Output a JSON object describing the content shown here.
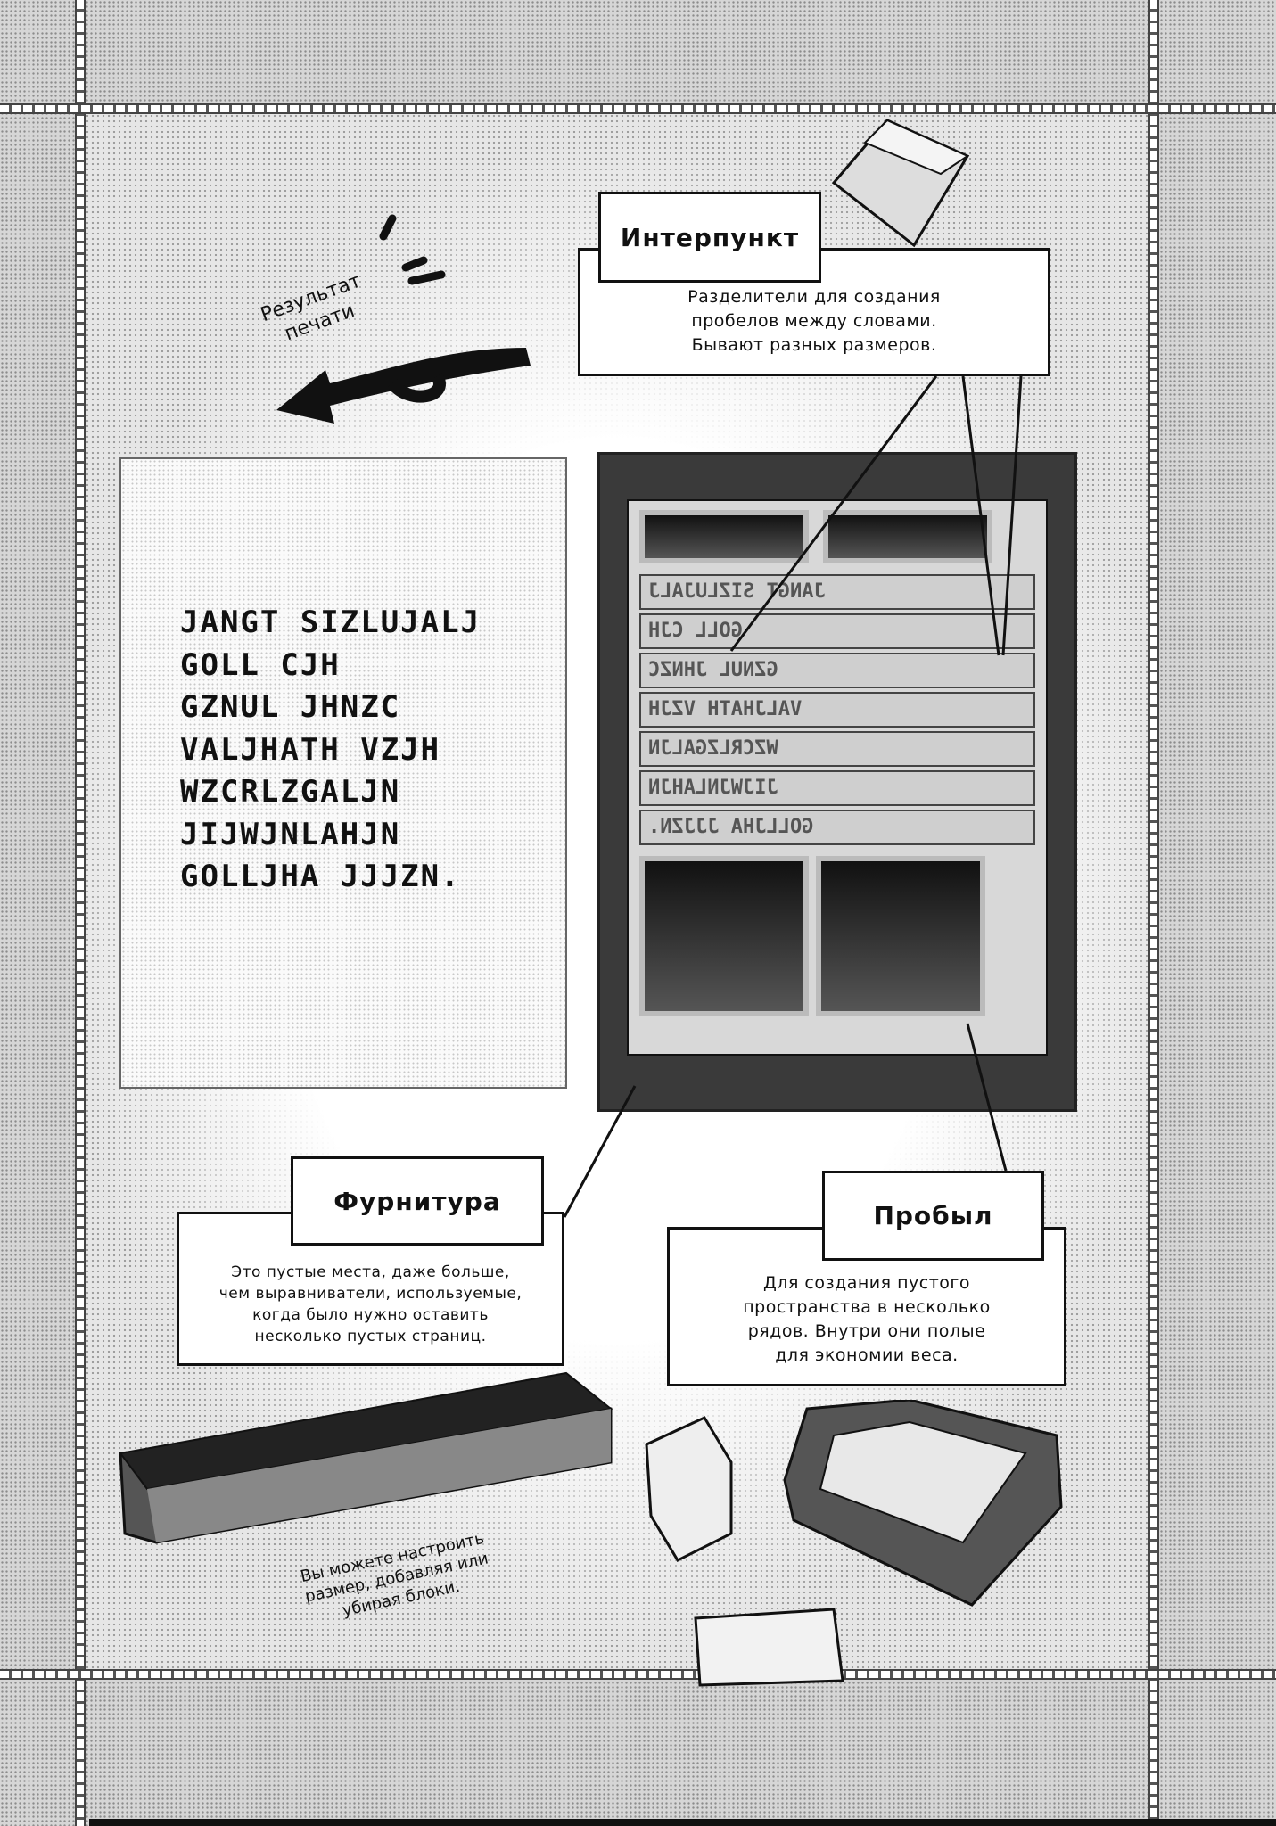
{
  "arrow_label": "Результат\nпечати",
  "printed_result": {
    "lines": [
      "JANGT SIZLUJALJ",
      "GOLL CJH",
      "GZNUL JHNZC",
      "VALJHATH VZJH",
      "WZCRLZGALJN",
      "JIJWJNLAHJN",
      "GOLLJHA JJJZN."
    ]
  },
  "interpunct": {
    "title": "Интерпункт",
    "text": "Разделители для создания\nпробелов между словами.\nБывают разных размеров."
  },
  "furniture": {
    "title": "Фурнитура",
    "text": "Это пустые места, даже больше,\nчем выравниватели, используемые,\nкогда было нужно оставить\nнесколько пустых страниц."
  },
  "quad": {
    "title": "Пробыл",
    "text": "Для создания пустого\nпространства в несколько\nрядов. Внутри они полые\nдля экономии веса."
  },
  "caption": "Вы можете настроить\nразмер, добавляя или\nубирая блоки."
}
